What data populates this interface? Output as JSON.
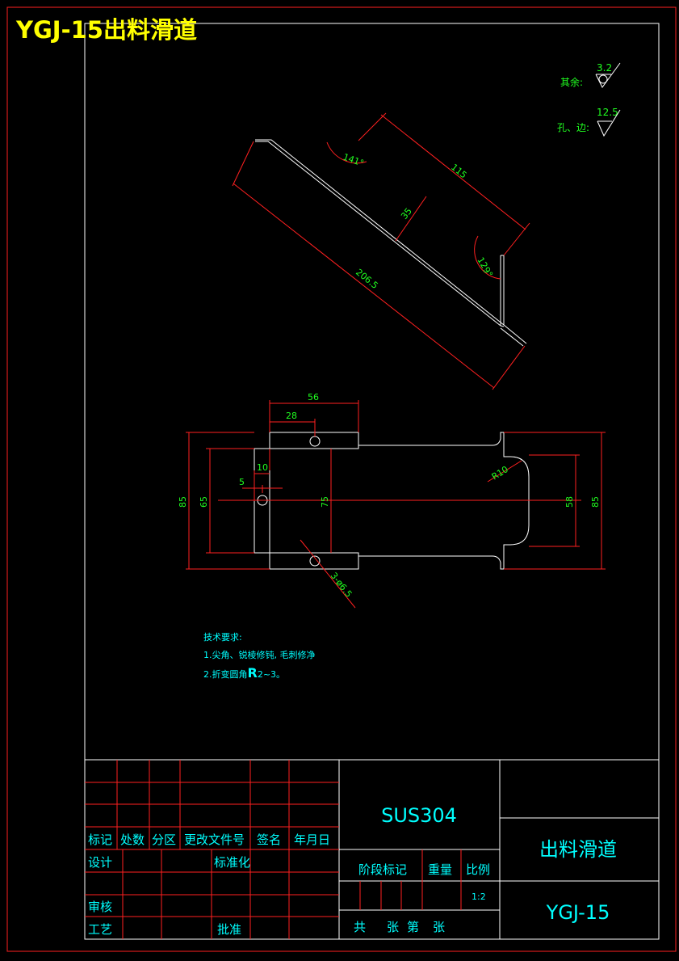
{
  "title": "YGJ-15出料滑道",
  "colors": {
    "background": "#000000",
    "border": "#ff2020",
    "outline": "#ffffff",
    "dimension_line": "#ff2020",
    "dimension_text": "#20ff20",
    "notes_text": "#00ffff",
    "title_text": "#ffff00"
  },
  "roughness": {
    "other_label": "其余:",
    "other_value": "3.2",
    "hole_label": "孔、边:",
    "hole_value": "12.5"
  },
  "side_view": {
    "angle_top": "141°",
    "angle_bottom": "129°",
    "dim_length": "115",
    "dim_width": "35",
    "dim_total": "206.5"
  },
  "plan_view": {
    "dim_56": "56",
    "dim_28": "28",
    "dim_10": "10",
    "dim_5": "5",
    "dim_85_left": "85",
    "dim_65": "65",
    "dim_75": "75",
    "dim_r10": "R10",
    "dim_58": "58",
    "dim_85_right": "85",
    "dim_holes": "3-ø6.5"
  },
  "notes": {
    "heading": "技术要求:",
    "line1": "1.尖角、锐棱修钝, 毛刺修净",
    "line2_prefix": "2.折变圆角",
    "line2_r": "R",
    "line2_suffix": "2~3。"
  },
  "title_block": {
    "material": "SUS304",
    "part_name": "出料滑道",
    "drawing_no": "YGJ-15",
    "headers": [
      "标记",
      "处数",
      "分区",
      "更改文件号",
      "签名",
      "年月日"
    ],
    "design": "设计",
    "standardize": "标准化",
    "review": "审核",
    "process": "工艺",
    "approve": "批准",
    "stage_mark": "阶段标记",
    "weight": "重量",
    "scale_label": "比例",
    "scale_value": "1:2",
    "sheets_total": "共",
    "sheets_unit": "张",
    "sheet_no": "第",
    "sheet_unit2": "张"
  }
}
